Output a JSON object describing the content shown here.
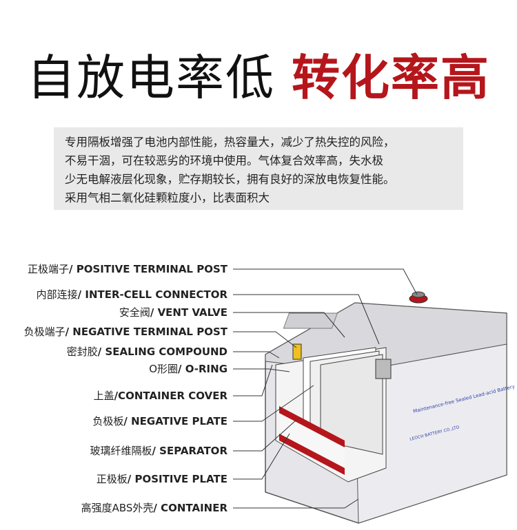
{
  "title": {
    "part1": "自放电率低",
    "part2": "转化率高"
  },
  "description": [
    "专用隔板增强了电池内部性能，热容量大，减少了热失控的风险，",
    "不易干涸，可在较恶劣的环境中使用。气体复合效率高，失水极",
    "少无电解液层化现象，贮存期较长，拥有良好的深放电恢复性能。",
    "采用气相二氧化硅颗粒度小，比表面积大"
  ],
  "labels": [
    {
      "cn": "正极端子",
      "en": "/ POSITIVE TERMINAL POST"
    },
    {
      "cn": "内部连接",
      "en": "/ INTER-CELL CONNECTOR"
    },
    {
      "cn": "安全阀",
      "en": "/ VENT VALVE"
    },
    {
      "cn": "负极端子",
      "en": "/ NEGATIVE TERMINAL POST"
    },
    {
      "cn": "密封胶",
      "en": "/ SEALING COMPOUND"
    },
    {
      "cn": "O形圈",
      "en": "/ O-RING"
    },
    {
      "cn": "上盖",
      "en": "/CONTAINER COVER"
    },
    {
      "cn": "负极板",
      "en": "/ NEGATIVE PLATE"
    },
    {
      "cn": "玻璃纤维隔板",
      "en": "/ SEPARATOR"
    },
    {
      "cn": "正极板",
      "en": "/ POSITIVE PLATE"
    },
    {
      "cn": "高强度ABS外壳",
      "en": "/ CONTAINER"
    }
  ],
  "battery_label": {
    "brand_line": "Maintenance-free Sealed Lead-acid Battery",
    "maker": "LEOCH BATTERY CO.,LTD"
  },
  "colors": {
    "accent": "#b5161b",
    "box": "#e9e9e9"
  }
}
